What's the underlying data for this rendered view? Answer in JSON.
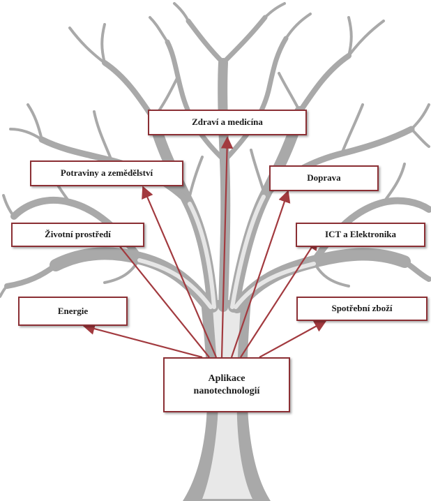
{
  "diagram": {
    "root": "Aplikace nanotechnologií",
    "branches": [
      {
        "id": "health",
        "label": "Zdraví a medicína"
      },
      {
        "id": "food",
        "label": "Potraviny a zemědělství"
      },
      {
        "id": "transp",
        "label": "Doprava"
      },
      {
        "id": "env",
        "label": "Životní prostředí"
      },
      {
        "id": "ict",
        "label": "ICT a Elektronika"
      },
      {
        "id": "energy",
        "label": "Energie"
      },
      {
        "id": "consumer",
        "label": "Spotřební zboží"
      }
    ]
  },
  "colors": {
    "tree": "#a9a9a9",
    "tree_highlight": "#e6e6e6",
    "box_border": "#8b2f34",
    "arrow": "#a23a3f"
  }
}
